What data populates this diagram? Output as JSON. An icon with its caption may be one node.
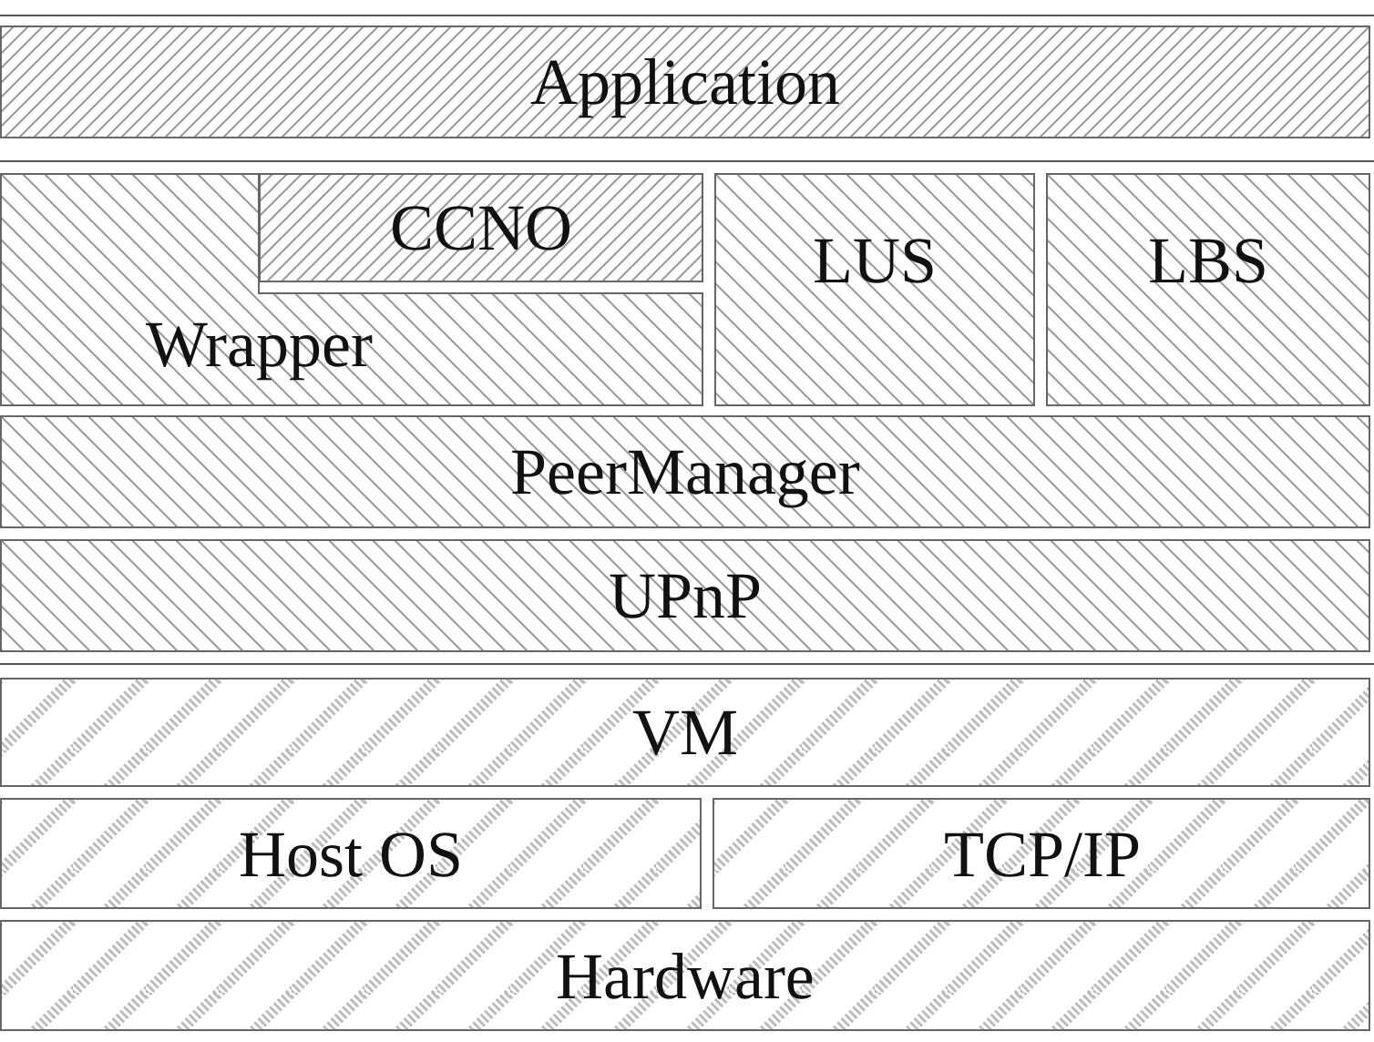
{
  "diagram": {
    "nodes": [
      {
        "text": [
          "Application"
        ]
      },
      {
        "text": [
          "Wrapper"
        ]
      },
      {
        "text": [
          "CCNO"
        ]
      },
      {
        "text": [
          "LUS"
        ]
      },
      {
        "text": [
          "LBS"
        ]
      },
      {
        "text": [
          "PeerManager"
        ]
      },
      {
        "text": [
          "UPnP"
        ]
      },
      {
        "text": [
          "VM"
        ]
      },
      {
        "text": [
          "Host OS"
        ]
      },
      {
        "text": [
          "TCP/IP"
        ]
      },
      {
        "text": [
          "Hardware"
        ]
      }
    ]
  }
}
